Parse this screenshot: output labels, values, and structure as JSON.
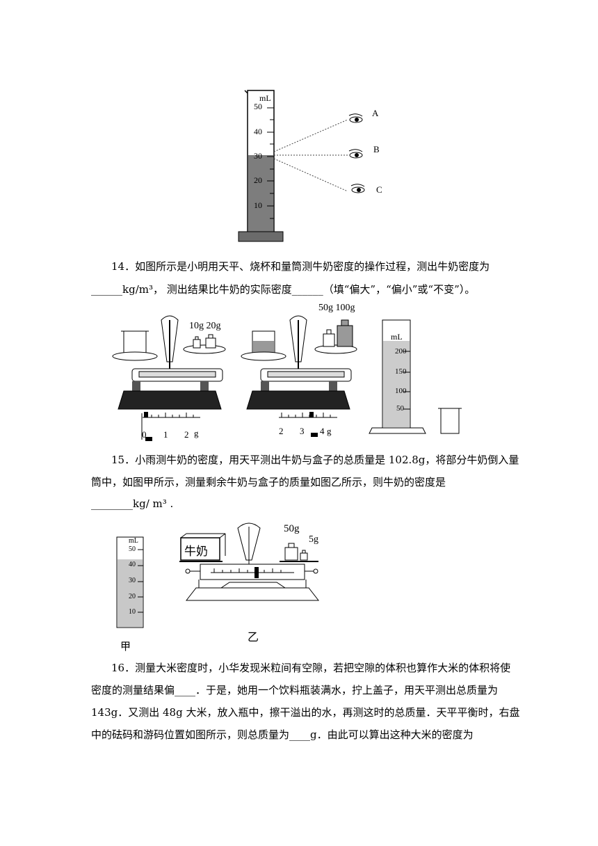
{
  "fig13": {
    "unit": "mL",
    "ticks": [
      "50",
      "40",
      "30",
      "20",
      "10"
    ],
    "viewers": [
      "A",
      "B",
      "C"
    ]
  },
  "q14": {
    "line1": "14．如图所示是小明用天平、烧杯和量筒测牛奶密度的操作过程，测出牛奶密度为",
    "line2": "______kg/m³，  测出结果比牛奶的实际密度______（填“偏大”，“偏小”或“不变”）。",
    "fig1_weights": "10g 20g",
    "fig1_scale": [
      "0",
      "1",
      "2",
      "g"
    ],
    "fig2_weights": "50g 100g",
    "fig2_scale": [
      "2",
      "3",
      "4",
      "g"
    ],
    "fig3_unit": "mL",
    "fig3_ticks": [
      "200",
      "150",
      "100",
      "50"
    ]
  },
  "q15": {
    "line1": "15．小雨测牛奶的密度，用天平测出牛奶与盒子的总质量是 102.8g，将部分牛奶倒入量",
    "line2": "筒中，如图甲所示，测量剩余牛奶与盒子的质量如图乙所示，则牛奶的密度是",
    "line3": "________kg/ m³  .",
    "cyl_unit": "mL",
    "cyl_ticks": [
      "50",
      "40",
      "30",
      "20",
      "10"
    ],
    "label_jia": "甲",
    "box_label": "牛奶",
    "w50": "50g",
    "w5": "5g",
    "label_yi": "乙"
  },
  "q16": {
    "line1": "16．测量大米密度时，小华发现米粒间有空隙，若把空隙的体积也算作大米的体积将使",
    "line2": "密度的测量结果偏____．于是，她用一个饮料瓶装满水，拧上盖子，用天平测出总质量为",
    "line3": "143g．又测出 48g 大米，放入瓶中，擦干溢出的水，再测这时的总质量．天平平衡时，右盘",
    "line4": "中的砝码和游码位置如图所示，则总质量为____g．由此可以算出这种大米的密度为"
  }
}
